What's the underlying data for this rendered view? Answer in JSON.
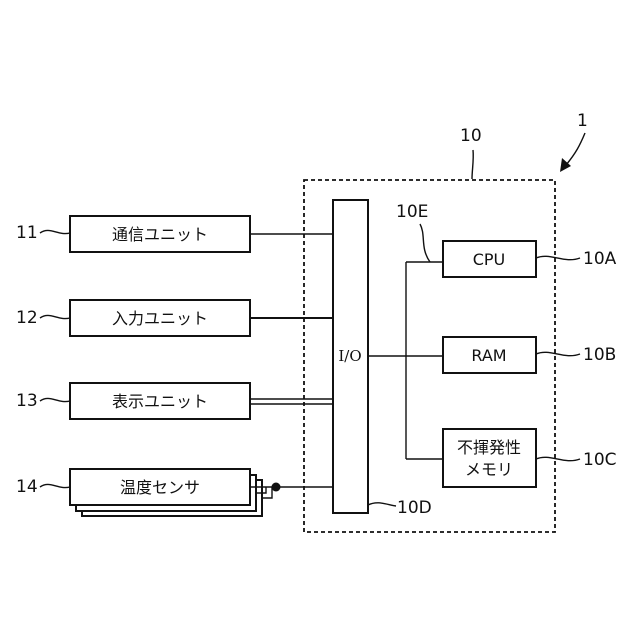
{
  "figure": {
    "ref_device": "1",
    "ref_controller": "10",
    "blocks": {
      "comm": {
        "ref": "11",
        "label": "通信ユニット"
      },
      "input": {
        "ref": "12",
        "label": "入力ユニット"
      },
      "display": {
        "ref": "13",
        "label": "表示ユニット"
      },
      "temp": {
        "ref": "14",
        "label": "温度センサ"
      }
    },
    "io": {
      "label": "I/O",
      "ref": "10D"
    },
    "bus_ref": "10E",
    "cpu": {
      "label": "CPU",
      "ref": "10A"
    },
    "ram": {
      "label": "RAM",
      "ref": "10B"
    },
    "nvm": {
      "label_line1": "不揮発性",
      "label_line2": "メモリ",
      "ref": "10C"
    }
  }
}
